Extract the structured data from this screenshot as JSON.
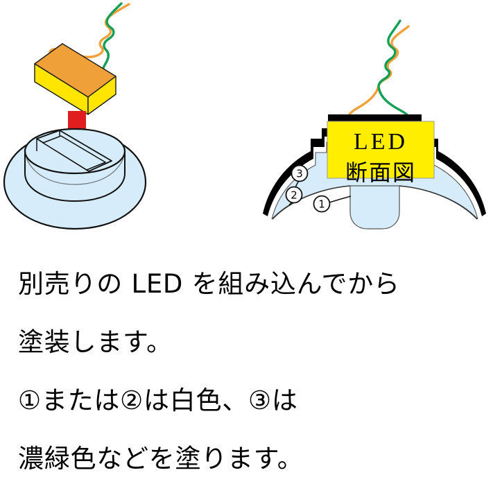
{
  "figures": {
    "left": {
      "name": "LED module inserted into lens housing (exploded perspective view)",
      "parts": {
        "led_box": {
          "label": "",
          "top_color": "#F0A038",
          "side_color": "#FFE500",
          "outline": "#1a1a1a"
        },
        "arrow": {
          "label": "",
          "color": "#E01E20",
          "direction": "down"
        },
        "dome": {
          "label": "",
          "fill": "#D6ECFA",
          "outline": "#111111"
        }
      },
      "wires": [
        {
          "name": "orange-wire",
          "color": "#F2A03C"
        },
        {
          "name": "green-wire",
          "color": "#13A055"
        }
      ]
    },
    "right": {
      "name": "Cross-section view of lens with LED",
      "panel_title": "LED",
      "panel_subtitle": "断面図",
      "panel_fill": "#FFEE00",
      "panel_stroke": "#888888",
      "callouts": [
        {
          "id": "1",
          "symbol": "①",
          "target": "inner light-blue lens body"
        },
        {
          "id": "2",
          "symbol": "②",
          "target": "white gap layer"
        },
        {
          "id": "3",
          "symbol": "③",
          "target": "black outer shell"
        }
      ],
      "parts": {
        "shell": {
          "color": "#000000"
        },
        "gap": {
          "color": "#ffffff"
        },
        "body": {
          "color": "#D6ECFA"
        }
      },
      "wires": [
        {
          "name": "orange-wire",
          "color": "#F2A03C"
        },
        {
          "name": "green-wire",
          "color": "#13A055"
        }
      ]
    }
  },
  "caption": {
    "lines": [
      "別売りの LED を組み込んでから",
      "塗装します。",
      "①または②は白色、③は",
      "濃緑色などを塗ります。"
    ]
  },
  "colors": {
    "background": "#ffffff",
    "yellow": "#FFEE00",
    "box_yellow": "#FFE500",
    "orange": "#F0A038",
    "wire_orange": "#F2A03C",
    "wire_green": "#13A055",
    "light_blue": "#D6ECFA",
    "red": "#E01E20",
    "black": "#000000",
    "text": "#000000"
  }
}
